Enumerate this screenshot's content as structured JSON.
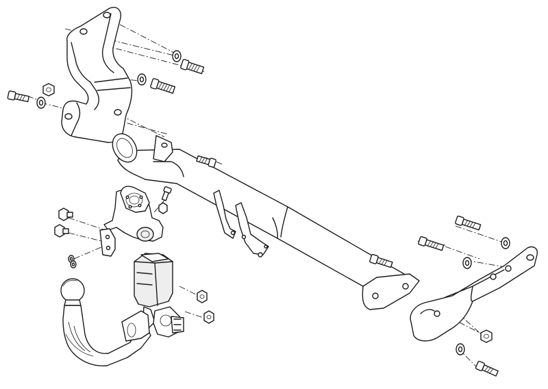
{
  "diagram": {
    "kind": "exploded-view",
    "line_color": "#1a1a1a",
    "background": "#ffffff",
    "parts": [
      {
        "id": "left-mounting-bracket",
        "icon": "bracket"
      },
      {
        "id": "crossbar-tube",
        "icon": "tube"
      },
      {
        "id": "right-mounting-bracket",
        "icon": "bracket"
      },
      {
        "id": "detachable-tow-ball",
        "icon": "tow-ball"
      },
      {
        "id": "socket-plate-bracket",
        "icon": "socket-plate"
      },
      {
        "id": "electrical-socket",
        "icon": "socket"
      },
      {
        "id": "bolts",
        "icon": "bolt"
      },
      {
        "id": "washers",
        "icon": "washer"
      },
      {
        "id": "nuts",
        "icon": "nut"
      }
    ]
  }
}
